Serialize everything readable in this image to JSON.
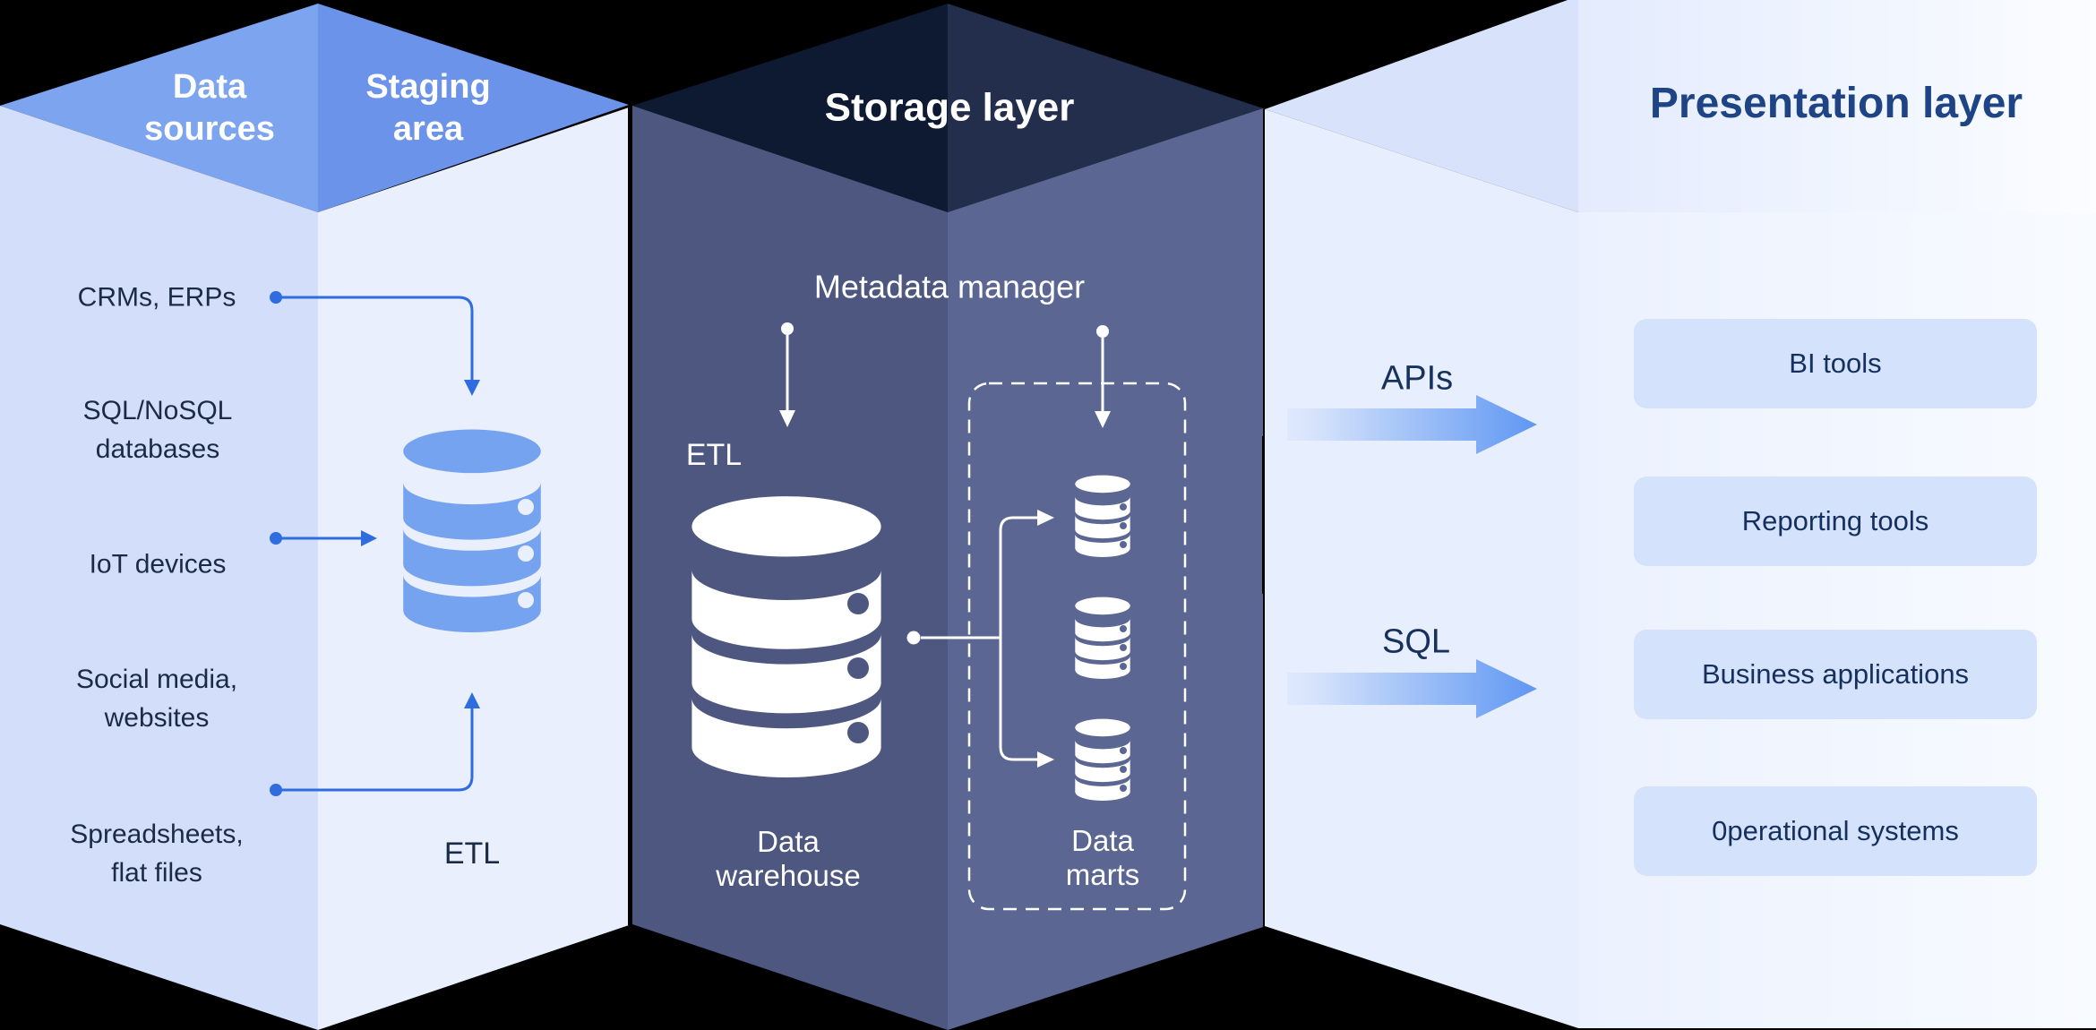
{
  "colors": {
    "background": "#000000",
    "data_roof": "#7da4ef",
    "staging_roof": "#6b93e9",
    "data_face": "#d3defa",
    "staging_face": "#e9effd",
    "storage_roof_left": "#0d1a32",
    "storage_roof_right": "#232e4d",
    "storage_face_left": "#4d577f",
    "storage_face_right": "#5b6792",
    "presentation_face": "#eef3fe",
    "accent_blue": "#2e6ce0",
    "icon_blue": "#76a3ef",
    "title_navy": "#1e4486",
    "flow_text": "#16315e",
    "text_dark": "#1c2b45",
    "pres_box_fill": "#d5e2fb",
    "pres_box_text": "#15305f",
    "arrow_gradient_end": "#5f97f3"
  },
  "headers": {
    "data_sources_lines": [
      "Data",
      "sources"
    ],
    "staging_lines": [
      "Staging",
      "area"
    ],
    "storage_title": "Storage layer",
    "presentation_title": "Presentation layer"
  },
  "sources": {
    "items": [
      {
        "lines": [
          "CRMs, ERPs"
        ]
      },
      {
        "lines": [
          "SQL/NoSQL",
          "databases"
        ]
      },
      {
        "lines": [
          "IoT devices"
        ]
      },
      {
        "lines": [
          "Social media,",
          "websites"
        ]
      },
      {
        "lines": [
          "Spreadsheets,",
          "flat files"
        ]
      }
    ]
  },
  "staging": {
    "etl_label": "ETL"
  },
  "storage": {
    "metadata_label": "Metadata manager",
    "etl_label": "ETL",
    "warehouse_lines": [
      "Data",
      "warehouse"
    ],
    "marts_lines": [
      "Data",
      "marts"
    ]
  },
  "flows": {
    "apis_label": "APIs",
    "sql_label": "SQL"
  },
  "presentation": {
    "items": [
      "BI tools",
      "Reporting tools",
      "Business applications",
      "0perational systems"
    ]
  }
}
